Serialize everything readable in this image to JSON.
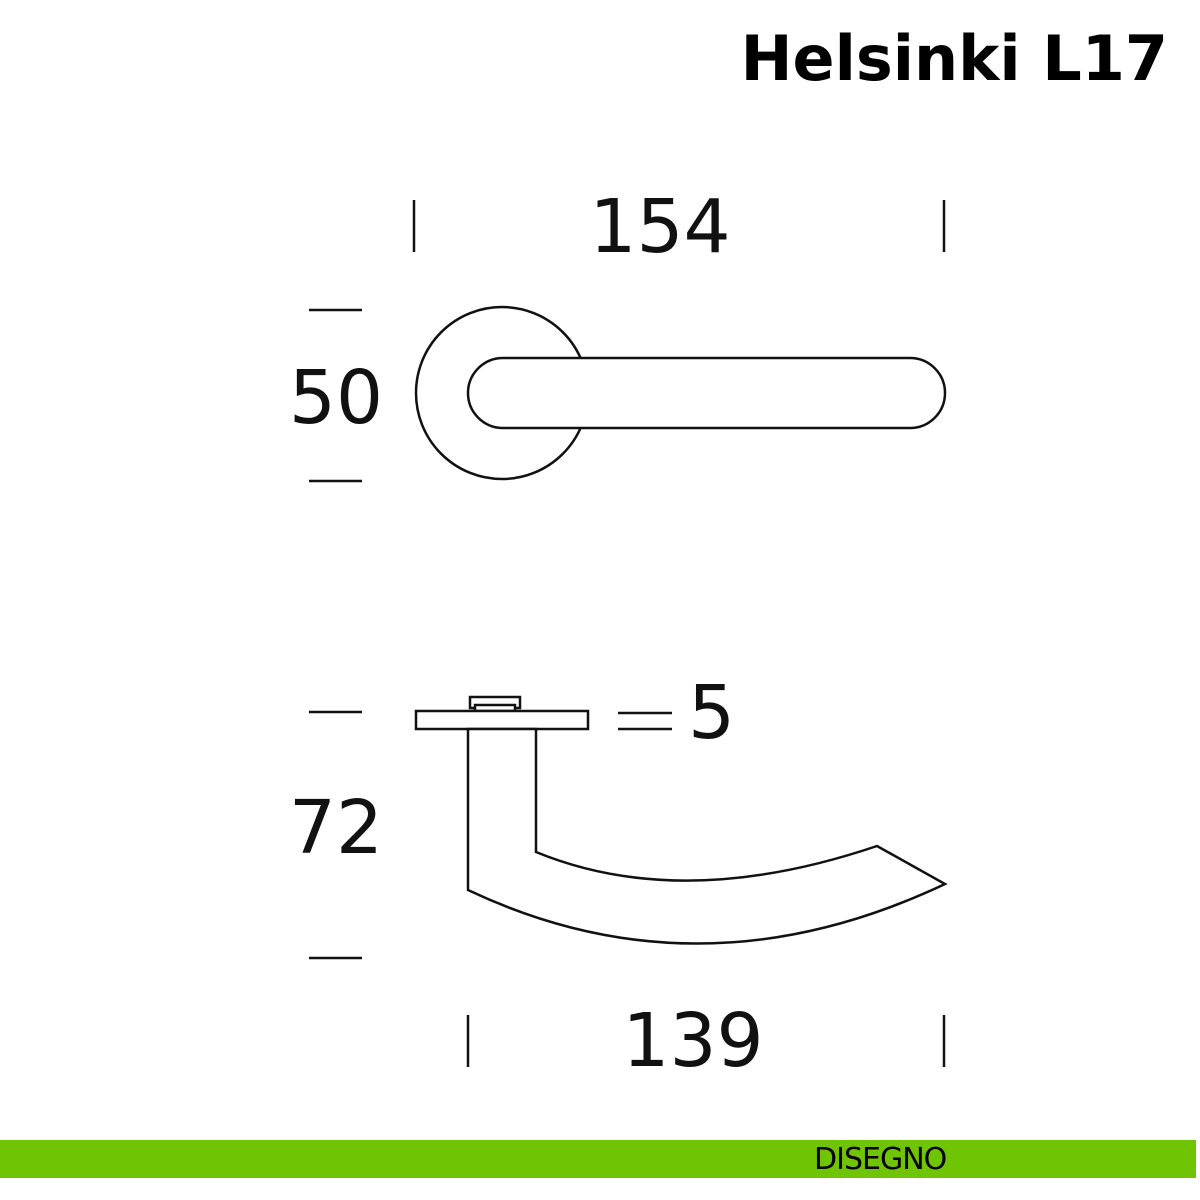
{
  "title": "Helsinki L17",
  "front_view": {
    "width_label": "154",
    "height_label": "50"
  },
  "side_view": {
    "rose_thickness_label": "5",
    "projection_label": "72",
    "length_label": "139"
  },
  "footer": {
    "label": "DISEGNO",
    "color": "#6fc404"
  }
}
